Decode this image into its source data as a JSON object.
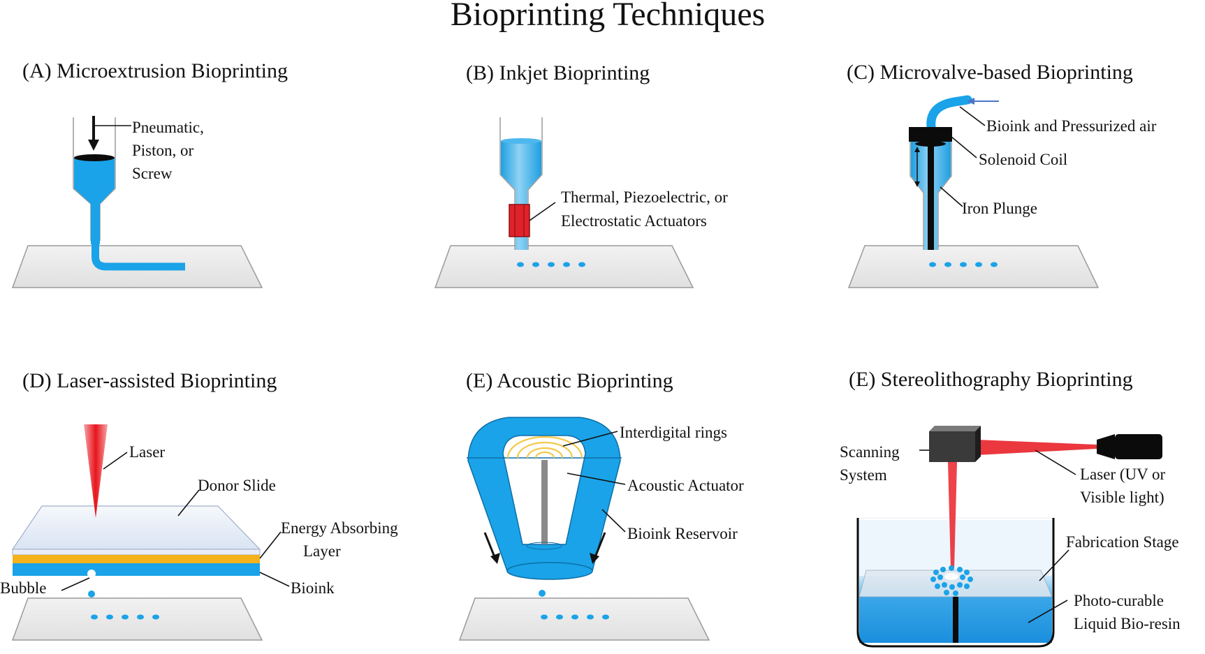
{
  "title": "Bioprinting Techniques",
  "colors": {
    "bioink": "#1aa3e8",
    "bioink_light": "#a8dcf5",
    "slide": "#e5e5e5",
    "laser": "#e8141c",
    "actuator": "#e0232a",
    "absorbing_layer": "#f6b21b",
    "ring": "#f3c94a",
    "device": "#3a3a3a"
  },
  "panels": {
    "a": {
      "title": "(A) Microextrusion Bioprinting",
      "labels": {
        "mechanism_1": "Pneumatic,",
        "mechanism_2": "Piston, or",
        "mechanism_3": "Screw"
      }
    },
    "b": {
      "title": "(B) Inkjet Bioprinting",
      "labels": {
        "actuator_1": "Thermal, Piezoelectric, or",
        "actuator_2": "Electrostatic Actuators"
      }
    },
    "c": {
      "title": "(C) Microvalve-based Bioprinting",
      "labels": {
        "feed": "Bioink and Pressurized air",
        "coil": "Solenoid Coil",
        "plunger": "Iron Plunge"
      }
    },
    "d": {
      "title": "(D) Laser-assisted Bioprinting",
      "labels": {
        "laser": "Laser",
        "donor": "Donor Slide",
        "absorbing_1": "Energy Absorbing",
        "absorbing_2": "Layer",
        "bubble": "Bubble",
        "bioink": "Bioink"
      }
    },
    "e": {
      "title": "(E) Acoustic Bioprinting",
      "labels": {
        "rings": "Interdigital rings",
        "actuator": "Acoustic Actuator",
        "reservoir": "Bioink Reservoir"
      }
    },
    "f": {
      "title": "(E) Stereolithography Bioprinting",
      "labels": {
        "scan_1": "Scanning",
        "scan_2": "System",
        "laser_1": "Laser (UV or",
        "laser_2": "Visible light)",
        "stage": "Fabrication Stage",
        "resin_1": "Photo-curable",
        "resin_2": "Liquid Bio-resin"
      }
    }
  }
}
